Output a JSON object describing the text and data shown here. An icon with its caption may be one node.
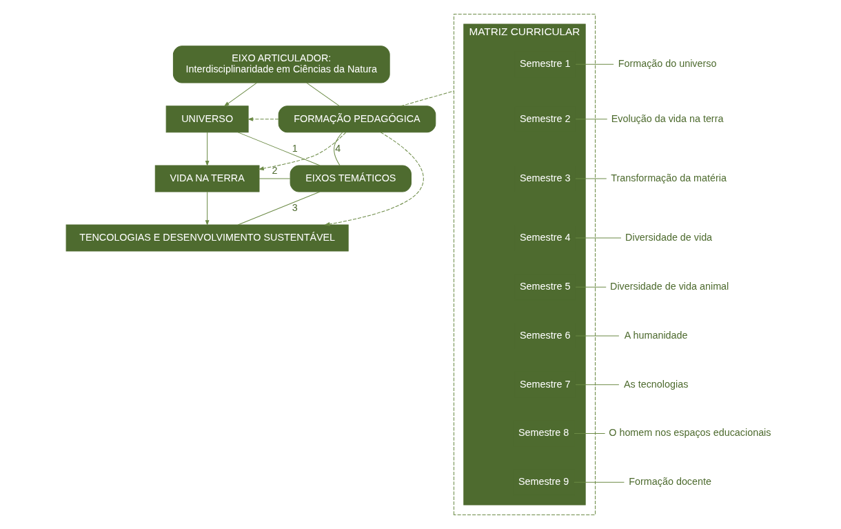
{
  "diagram": {
    "nodes": [
      {
        "text": [
          "EIXO ARTICULADOR: Interdisciplinaridade em Ciências da Natura"
        ]
      },
      {
        "text": [
          "UNIVERSO"
        ]
      },
      {
        "text": [
          "VIDA NA TERRA"
        ]
      },
      {
        "text": [
          "TENCOLOGIAS E DESENVOLVIMENTO SUSTENTÁVEL"
        ]
      },
      {
        "text": [
          "EIXOS TEMÁTICOS"
        ]
      },
      {
        "text": [
          "FORMAÇÃO PEDAGÓGICA"
        ]
      },
      {
        "text": [],
        "shape": "box"
      },
      {
        "text": [
          "MATRIZ CURRICULAR"
        ],
        "in": 6
      },
      {
        "text": [
          "Semestre 1"
        ],
        "in": 7
      },
      {
        "text": [
          "Semestre 2"
        ],
        "in": 7
      },
      {
        "text": [
          "Semestre 3"
        ],
        "in": 7
      },
      {
        "text": [
          "Semestre 4"
        ],
        "in": 7
      },
      {
        "text": [
          "Semestre 5"
        ],
        "in": 7
      },
      {
        "text": [
          "Semestre 6"
        ],
        "in": 7
      },
      {
        "text": [
          "Semestre 7"
        ],
        "in": 7
      },
      {
        "text": [
          "Semestre 8"
        ],
        "in": 7
      },
      {
        "text": [
          "Semestre 9"
        ],
        "in": 7
      },
      {
        "text": [
          "Formação do universo"
        ]
      },
      {
        "text": [
          "Evolução da vida na terra"
        ]
      },
      {
        "text": [
          "Transformação da matéria"
        ]
      },
      {
        "text": [
          "Diversidade de vida"
        ]
      },
      {
        "text": [
          "Diversidade de vida animal"
        ]
      },
      {
        "text": [
          "A humanidade"
        ]
      },
      {
        "text": [
          "As tecnologias"
        ]
      },
      {
        "text": [
          "O homem nos espaços educacionais"
        ]
      },
      {
        "text": [
          "Formação docente"
        ]
      }
    ],
    "edges": [
      {
        "from": 0,
        "to": 1,
        "arrow": "to"
      },
      {
        "from": 1,
        "to": 2,
        "arrow": "to"
      },
      {
        "from": 2,
        "to": 3,
        "arrow": "to"
      },
      {
        "from": 0,
        "to": 5,
        "arrow": "none"
      },
      {
        "from": 4,
        "to": 1,
        "arrow": "none",
        "label": "1"
      },
      {
        "from": 4,
        "to": 2,
        "arrow": "none",
        "label": "2"
      },
      {
        "from": 4,
        "to": 3,
        "arrow": "none",
        "label": "3"
      },
      {
        "from": 4,
        "to": 5,
        "arrow": "none",
        "label": "4"
      },
      {
        "from": 5,
        "to": 1,
        "arrow": "to",
        "style": "dashed"
      },
      {
        "from": 5,
        "to": 2,
        "arrow": "to",
        "style": "dashed"
      },
      {
        "from": 5,
        "to": 3,
        "arrow": "to",
        "style": "dashed"
      },
      {
        "from": 5,
        "to": 6,
        "arrow": "none",
        "style": "dashed"
      },
      {
        "from": 8,
        "to": 17,
        "arrow": "none"
      },
      {
        "from": 9,
        "to": 18,
        "arrow": "none"
      },
      {
        "from": 10,
        "to": 19,
        "arrow": "none"
      },
      {
        "from": 11,
        "to": 20,
        "arrow": "none"
      },
      {
        "from": 12,
        "to": 21,
        "arrow": "none"
      },
      {
        "from": 13,
        "to": 22,
        "arrow": "none"
      },
      {
        "from": 14,
        "to": 23,
        "arrow": "none"
      },
      {
        "from": 15,
        "to": 24,
        "arrow": "none"
      },
      {
        "from": 16,
        "to": 25,
        "arrow": "none"
      }
    ]
  }
}
